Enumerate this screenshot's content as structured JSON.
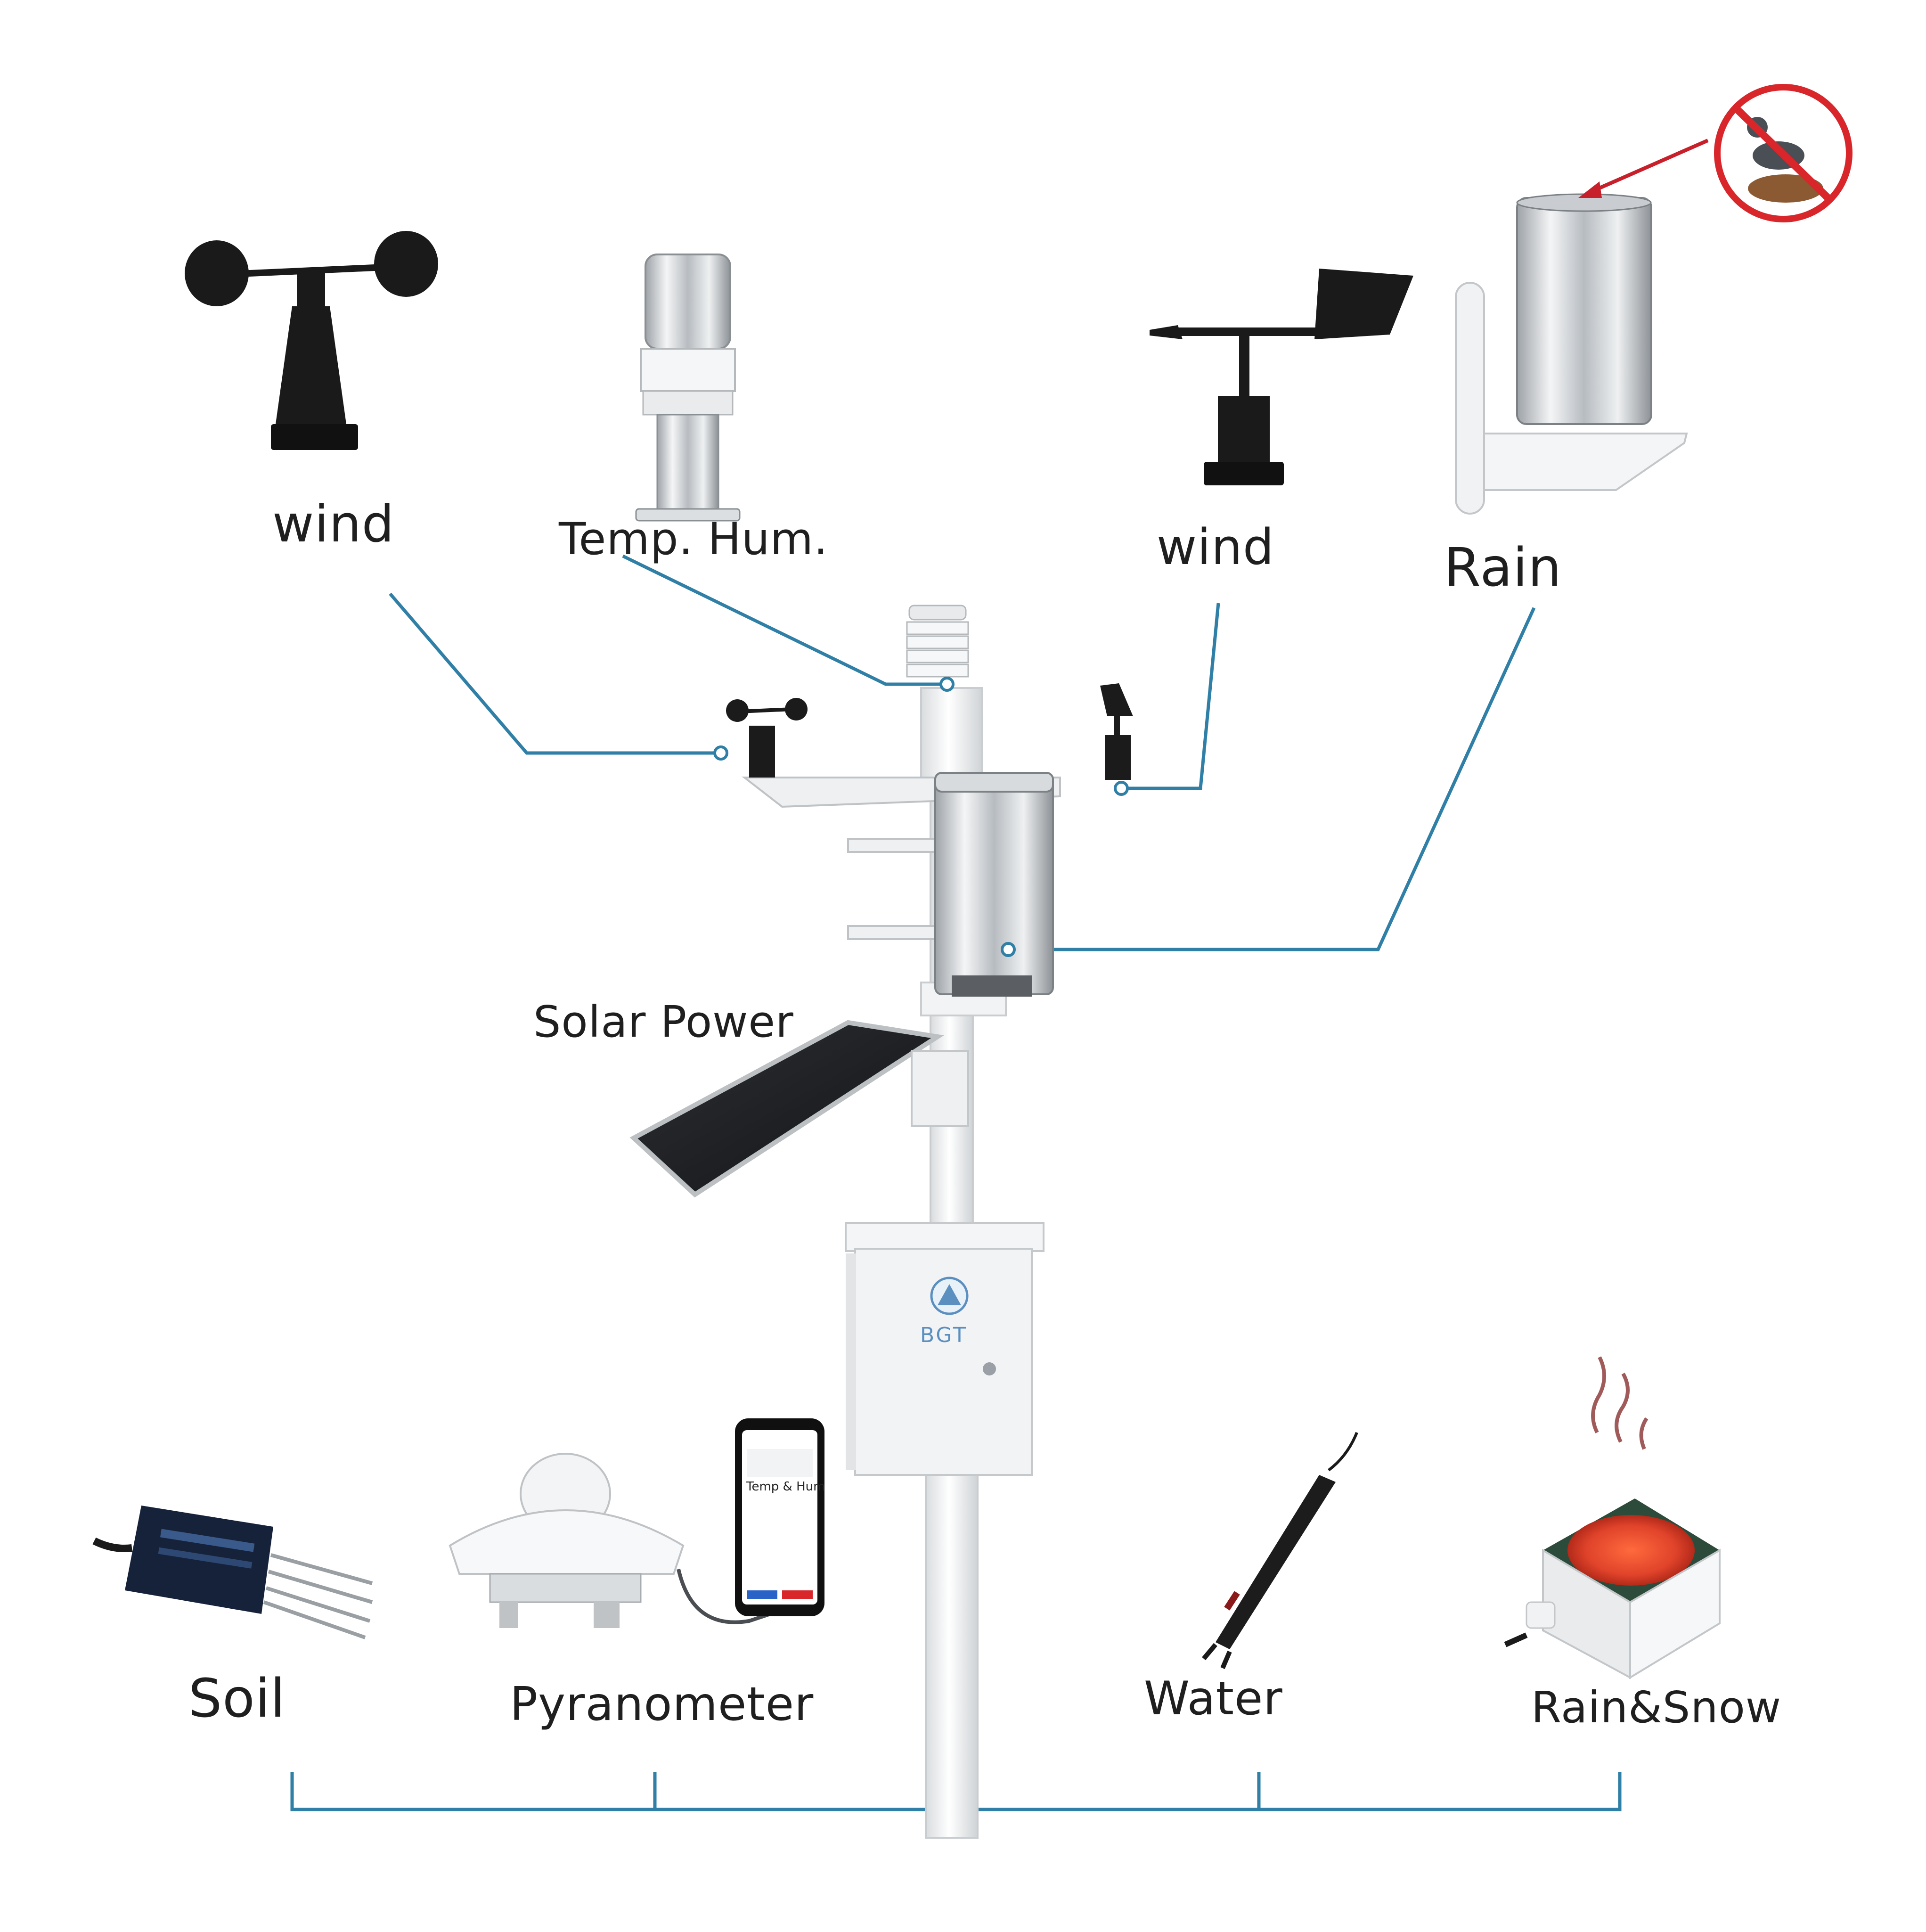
{
  "labels": {
    "wind_left": "wind",
    "temp_hum": "Temp. Hum.",
    "wind_right": "wind",
    "rain": "Rain",
    "solar_power": "Solar Power",
    "soil": "Soil",
    "pyranometer": "Pyranometer",
    "water": "Water",
    "rain_snow": "Rain&Snow"
  },
  "cabinet": {
    "brand": "BGT"
  },
  "phone": {
    "screen_title": "Temp & Hum"
  },
  "colors": {
    "connector": "#2f7fa6",
    "pole": "#f2f3f4",
    "dark_sensor": "#1a1a1a",
    "no_bird_sign": "#d8262b",
    "arrow": "#c8202a"
  },
  "icons": [
    "cup-anemometer-icon",
    "temp-humidity-sensor-icon",
    "wind-vane-icon",
    "rain-gauge-icon",
    "no-bird-nest-icon",
    "solar-panel-icon",
    "soil-probe-icon",
    "pyranometer-icon",
    "smartphone-icon",
    "water-probe-icon",
    "rain-snow-sensor-icon"
  ]
}
